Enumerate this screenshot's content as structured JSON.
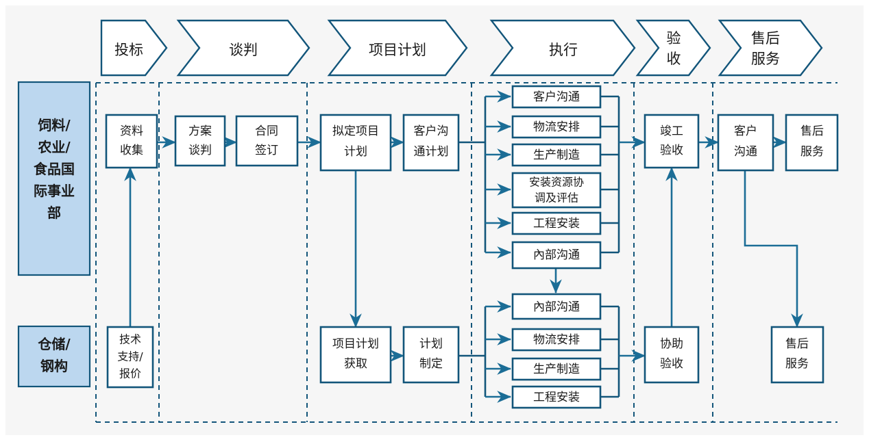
{
  "meta": {
    "title": "项目流程图 - 跨部门泳道图",
    "colors": {
      "stroke": "#12557a",
      "connector": "#1b6d96",
      "lane_fill": "#bcd7ef",
      "box_fill": "#ffffff",
      "background": "#f6f6f6"
    }
  },
  "phases": [
    {
      "id": "bid",
      "label": "投标",
      "lines": [
        "投标"
      ]
    },
    {
      "id": "negotiate",
      "label": "谈判",
      "lines": [
        "谈判"
      ]
    },
    {
      "id": "plan",
      "label": "项目计划",
      "lines": [
        "项目计划"
      ]
    },
    {
      "id": "execute",
      "label": "执行",
      "lines": [
        "执行"
      ]
    },
    {
      "id": "acceptance",
      "label": "验收",
      "lines": [
        "验",
        "收"
      ]
    },
    {
      "id": "aftersales",
      "label": "售后服务",
      "lines": [
        "售后",
        "服务"
      ]
    }
  ],
  "lanes": [
    {
      "id": "lane-feed",
      "label": "饲料/农业/食品国际事业部",
      "lines": [
        "饲料/",
        "农业/",
        "食品国",
        "际事业",
        "部"
      ]
    },
    {
      "id": "lane-warehouse",
      "label": "仓储/钢构",
      "lines": [
        "仓储/",
        "钢构"
      ]
    }
  ],
  "nodes": {
    "lane1": {
      "bid": [
        {
          "id": "n-ziliao-shouji",
          "label": "资料收集",
          "lines": [
            "资料",
            "收集"
          ]
        }
      ],
      "negotiate": [
        {
          "id": "n-fangan-tanpan",
          "label": "方案谈判",
          "lines": [
            "方案",
            "谈判"
          ]
        },
        {
          "id": "n-hetong-qianding",
          "label": "合同签订",
          "lines": [
            "合同",
            "签订"
          ]
        }
      ],
      "plan": [
        {
          "id": "n-nideng-xiangmu-jihua",
          "label": "拟定项目计划",
          "lines": [
            "拟定项目",
            "计划"
          ]
        },
        {
          "id": "n-kehu-goutong-jihua",
          "label": "客户沟通计划",
          "lines": [
            "客户沟",
            "通计划"
          ]
        }
      ],
      "execute": [
        {
          "id": "n-ex1-kehu-goutong",
          "label": "客户沟通",
          "lines": [
            "客户沟通"
          ]
        },
        {
          "id": "n-ex1-wuliu-anpai",
          "label": "物流安排",
          "lines": [
            "物流安排"
          ]
        },
        {
          "id": "n-ex1-shengchan-zhizao",
          "label": "生产制造",
          "lines": [
            "生产制造"
          ]
        },
        {
          "id": "n-ex1-anzhuang-ziyuan",
          "label": "安装资源协调及评估",
          "lines": [
            "安装资源协",
            "调及评估"
          ]
        },
        {
          "id": "n-ex1-gongcheng-anzhuang",
          "label": "工程安装",
          "lines": [
            "工程安装"
          ]
        },
        {
          "id": "n-ex1-neibu-goutong",
          "label": "內部沟通",
          "lines": [
            "內部沟通"
          ]
        }
      ],
      "acceptance": [
        {
          "id": "n-junggong-yanshou",
          "label": "竣工验收",
          "lines": [
            "竣工",
            "验收"
          ]
        }
      ],
      "aftersales": [
        {
          "id": "n-kehu-goutong-as",
          "label": "客户沟通",
          "lines": [
            "客户",
            "沟通"
          ]
        },
        {
          "id": "n-shouhou-fuwu-1",
          "label": "售后服务",
          "lines": [
            "售后",
            "服务"
          ]
        }
      ]
    },
    "lane2": {
      "bid": [
        {
          "id": "n-jishu-zhichi-baojia",
          "label": "技术支持/报价",
          "lines": [
            "技术",
            "支持/",
            "报价"
          ]
        }
      ],
      "plan": [
        {
          "id": "n-xiangmu-jihua-huoqu",
          "label": "项目计划获取",
          "lines": [
            "项目计划",
            "获取"
          ]
        },
        {
          "id": "n-jihua-zhiding",
          "label": "计划制定",
          "lines": [
            "计划",
            "制定"
          ]
        }
      ],
      "execute": [
        {
          "id": "n-ex2-neibu-goutong",
          "label": "內部沟通",
          "lines": [
            "內部沟通"
          ]
        },
        {
          "id": "n-ex2-wuliu-anpai",
          "label": "物流安排",
          "lines": [
            "物流安排"
          ]
        },
        {
          "id": "n-ex2-shengchan-zhizao",
          "label": "生产制造",
          "lines": [
            "生产制造"
          ]
        },
        {
          "id": "n-ex2-gongcheng-anzhuang",
          "label": "工程安装",
          "lines": [
            "工程安装"
          ]
        }
      ],
      "acceptance": [
        {
          "id": "n-xiezhu-yanshou",
          "label": "协助验收",
          "lines": [
            "协助",
            "验收"
          ]
        }
      ],
      "aftersales": [
        {
          "id": "n-shouhou-fuwu-2",
          "label": "售后服务",
          "lines": [
            "售后",
            "服务"
          ]
        }
      ]
    }
  },
  "connections": [
    {
      "from": "n-ziliao-shouji",
      "to": "n-fangan-tanpan",
      "type": "arrow"
    },
    {
      "from": "n-fangan-tanpan",
      "to": "n-hetong-qianding",
      "type": "arrow"
    },
    {
      "from": "n-hetong-qianding",
      "to": "n-nideng-xiangmu-jihua",
      "type": "arrow"
    },
    {
      "from": "n-nideng-xiangmu-jihua",
      "to": "n-kehu-goutong-jihua",
      "type": "arrow"
    },
    {
      "from": "n-kehu-goutong-jihua",
      "to": "execute-bus-top",
      "type": "fanout"
    },
    {
      "from": "execute-collect-top",
      "to": "n-junggong-yanshou",
      "type": "arrow"
    },
    {
      "from": "n-junggong-yanshou",
      "to": "n-kehu-goutong-as",
      "type": "arrow"
    },
    {
      "from": "n-kehu-goutong-as",
      "to": "n-shouhou-fuwu-1",
      "type": "arrow"
    },
    {
      "from": "n-jishu-zhichi-baojia",
      "to": "n-ziliao-shouji",
      "type": "arrow-up"
    },
    {
      "from": "n-nideng-xiangmu-jihua",
      "to": "n-xiangmu-jihua-huoqu",
      "type": "arrow-down"
    },
    {
      "from": "n-xiangmu-jihua-huoqu",
      "to": "n-jihua-zhiding",
      "type": "arrow"
    },
    {
      "from": "n-jihua-zhiding",
      "to": "execute-bus-bottom",
      "type": "fanout"
    },
    {
      "from": "execute-collect-bottom",
      "to": "n-xiezhu-yanshou",
      "type": "arrow"
    },
    {
      "from": "n-xiezhu-yanshou",
      "to": "n-junggong-yanshou",
      "type": "arrow-up"
    },
    {
      "from": "n-ex1-neibu-goutong",
      "to": "n-ex2-neibu-goutong",
      "type": "double-arrow"
    },
    {
      "from": "n-kehu-goutong-as",
      "to": "n-shouhou-fuwu-2",
      "type": "arrow-down-elbow"
    }
  ]
}
